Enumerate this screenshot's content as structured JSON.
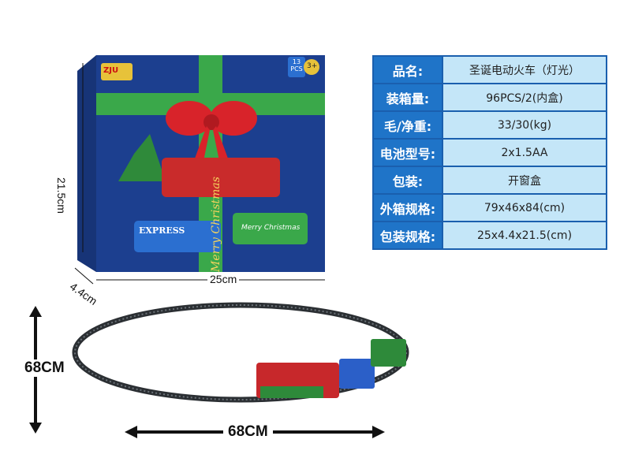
{
  "spec_table": [
    {
      "label": "品名:",
      "value": "圣诞电动火车（灯光）"
    },
    {
      "label": "装箱量:",
      "value": "96PCS/2(内盒)"
    },
    {
      "label": "毛/净重:",
      "value": "33/30(kg)"
    },
    {
      "label": "电池型号:",
      "value": "2x1.5AA"
    },
    {
      "label": "包装:",
      "value": "开窗盒"
    },
    {
      "label": "外箱规格:",
      "value": "79x46x84(cm)"
    },
    {
      "label": "包装规格:",
      "value": "25x4.4x21.5(cm)"
    }
  ],
  "box": {
    "brand": "ZJU",
    "pcs": "13 PCS",
    "age": "3+",
    "car_label": "EXPRESS",
    "greeting": "Merry Christmas"
  },
  "dimensions": {
    "box_height": "21.5cm",
    "box_width": "25cm",
    "box_depth": "4.4cm",
    "track_height": "68CM",
    "track_width": "68CM"
  },
  "colors": {
    "label_bg": "#1f74c8",
    "value_bg": "#c4e6f8",
    "box_blue": "#1c3f8f",
    "ribbon": "#3aa84a",
    "bow": "#d8232a"
  }
}
